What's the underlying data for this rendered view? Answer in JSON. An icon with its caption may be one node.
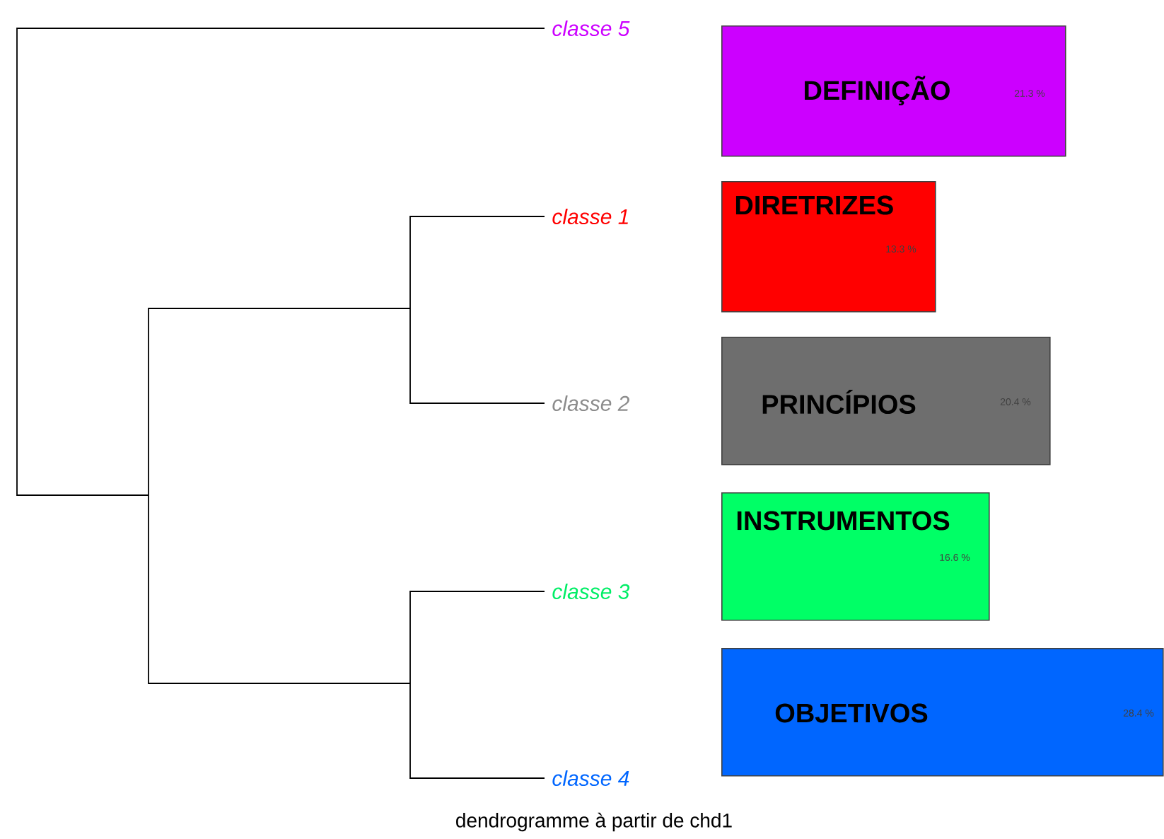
{
  "diagram": {
    "caption": "dendrogramme à partir de chd1",
    "nodes": [
      {
        "text": [
          "DEFINIÇÃO",
          "21.3 %"
        ]
      },
      {
        "text": [
          "DIRETRIZES",
          "13.3 %"
        ]
      },
      {
        "text": [
          "PRINCÍPIOS",
          "20.4 %"
        ]
      },
      {
        "text": [
          "INSTRUMENTOS",
          "16.6 %"
        ]
      },
      {
        "text": [
          "OBJETIVOS",
          "28.4 %"
        ]
      }
    ],
    "labels": [
      "classe 5",
      "classe 1",
      "classe 2",
      "classe 3",
      "classe 4"
    ]
  }
}
